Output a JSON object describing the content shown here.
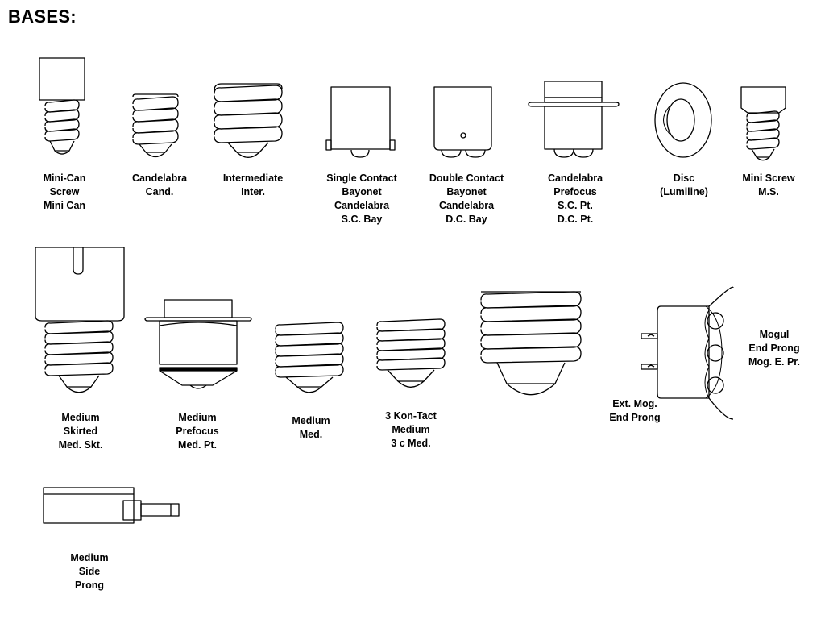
{
  "title": "BASES:",
  "bases": [
    {
      "id": "mini-can-screw",
      "lines": [
        "Mini-Can",
        "Screw",
        "Mini Can"
      ]
    },
    {
      "id": "candelabra",
      "lines": [
        "Candelabra",
        "Cand."
      ]
    },
    {
      "id": "intermediate",
      "lines": [
        "Intermediate",
        "Inter."
      ]
    },
    {
      "id": "single-contact-bayonet",
      "lines": [
        "Single Contact",
        "Bayonet",
        "Candelabra",
        "S.C. Bay"
      ]
    },
    {
      "id": "double-contact-bayonet",
      "lines": [
        "Double Contact",
        "Bayonet",
        "Candelabra",
        "D.C. Bay"
      ]
    },
    {
      "id": "candelabra-prefocus",
      "lines": [
        "Candelabra",
        "Prefocus",
        "S.C. Pt.",
        "D.C. Pt."
      ]
    },
    {
      "id": "disc",
      "lines": [
        "Disc",
        "(Lumiline)"
      ]
    },
    {
      "id": "mini-screw",
      "lines": [
        "Mini Screw",
        "M.S."
      ]
    },
    {
      "id": "medium-skirted",
      "lines": [
        "Medium",
        "Skirted",
        "Med. Skt."
      ]
    },
    {
      "id": "medium-prefocus",
      "lines": [
        "Medium",
        "Prefocus",
        "Med. Pt."
      ]
    },
    {
      "id": "medium",
      "lines": [
        "Medium",
        "Med."
      ]
    },
    {
      "id": "three-kon-tact-medium",
      "lines": [
        "3 Kon-Tact",
        "Medium",
        "3 c Med."
      ]
    },
    {
      "id": "mogul-end-prong",
      "lines": [
        "Mogul",
        "End Prong",
        "Mog. E. Pr."
      ]
    },
    {
      "id": "ext-mog-end-prong",
      "lines": [
        "Ext. Mog.",
        "End Prong"
      ]
    },
    {
      "id": "medium-side-prong",
      "lines": [
        "Medium",
        "Side",
        "Prong"
      ]
    }
  ]
}
